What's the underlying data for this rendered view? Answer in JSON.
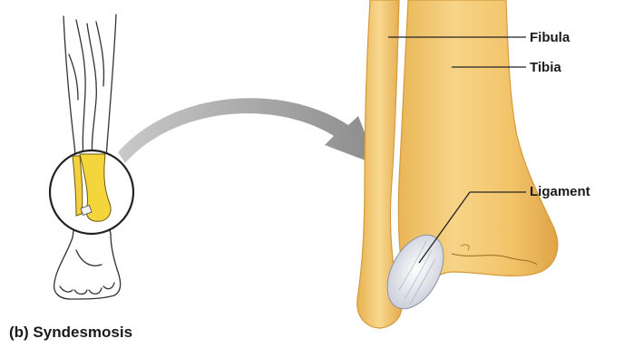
{
  "labels": {
    "fibula": "Fibula",
    "tibia": "Tibia",
    "ligament": "Ligament"
  },
  "caption": "(b) Syndesmosis",
  "colors": {
    "bone_fill": "#f2c46a",
    "bone_highlight": "#f9dc92",
    "bone_edge": "#d9a03c",
    "inset_bone": "#f5d53c",
    "arrow": "#9a9a9a",
    "ligament": "#e6e8ef",
    "outline": "#333333"
  }
}
